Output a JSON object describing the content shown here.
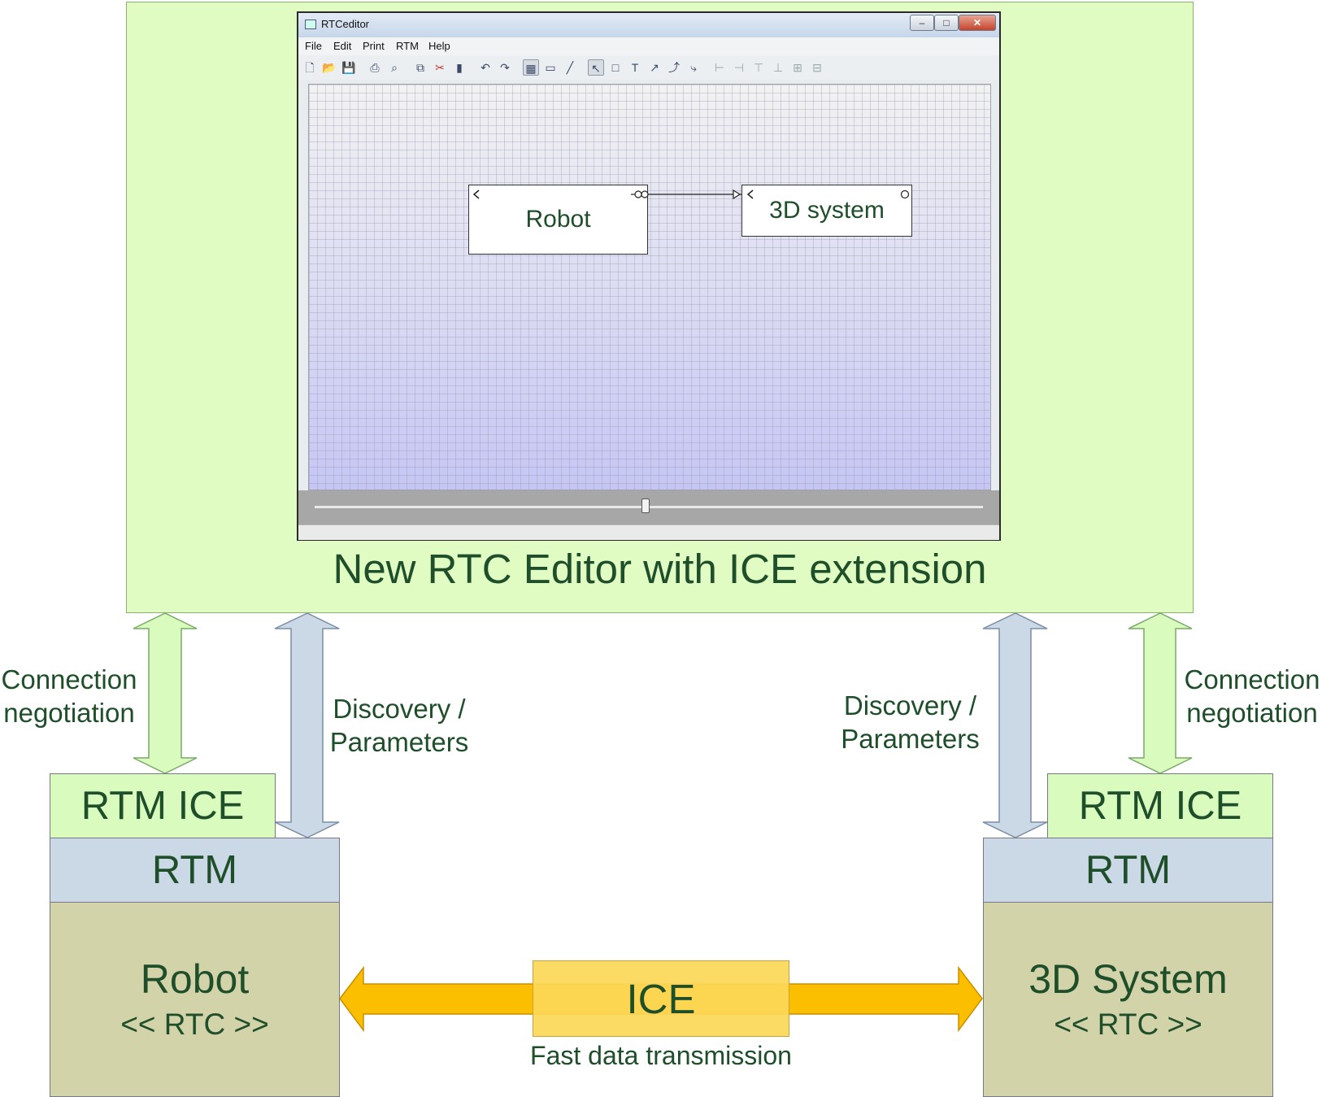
{
  "editor": {
    "caption": "New RTC Editor with ICE extension",
    "window": {
      "title": "RTCeditor",
      "controls": {
        "minimize": "–",
        "maximize": "□",
        "close": "✕"
      },
      "menu": [
        "File",
        "Edit",
        "Print",
        "RTM",
        "Help"
      ],
      "toolbar_icons": [
        "new-icon",
        "open-icon",
        "save-icon",
        "print-icon",
        "find-icon",
        "copy-icon",
        "cut-icon",
        "paste-icon",
        "undo-icon",
        "redo-icon",
        "grid-icon",
        "rect-small-icon",
        "line-tool-icon",
        "select-pointer-icon",
        "rectangle-icon",
        "text-icon",
        "arrow-icon",
        "curved-arrow-icon",
        "step-arrow-icon",
        "align-left-icon",
        "align-right-icon",
        "align-top-icon",
        "align-bottom-icon",
        "align-center-icon",
        "distribute-icon"
      ],
      "diagram": {
        "components": [
          {
            "name": "Robot"
          },
          {
            "name": "3D system"
          }
        ]
      }
    }
  },
  "left_stack": {
    "connection_label": [
      "Connection",
      "negotiation"
    ],
    "discovery_label": [
      "Discovery /",
      "Parameters"
    ],
    "ice_layer": "RTM ICE",
    "rtm_layer": "RTM",
    "component": {
      "name": "Robot",
      "stereotype": "<< RTC >>"
    }
  },
  "right_stack": {
    "connection_label": [
      "Connection",
      "negotiation"
    ],
    "discovery_label": [
      "Discovery /",
      "Parameters"
    ],
    "ice_layer": "RTM ICE",
    "rtm_layer": "RTM",
    "component": {
      "name": "3D System",
      "stereotype": "<< RTC >>"
    }
  },
  "transport": {
    "name": "ICE",
    "caption": "Fast data transmission"
  },
  "colors": {
    "panel_green": "#e0fcc2",
    "ice_green": "#d9fbbd",
    "rtm_blue": "#cbd8e5",
    "rtc_khaki": "#d3d3a9",
    "arrow_orange": "#fcbf00",
    "ice_yellow": "#fcd858",
    "text_dark_green": "#1f4e2a"
  }
}
